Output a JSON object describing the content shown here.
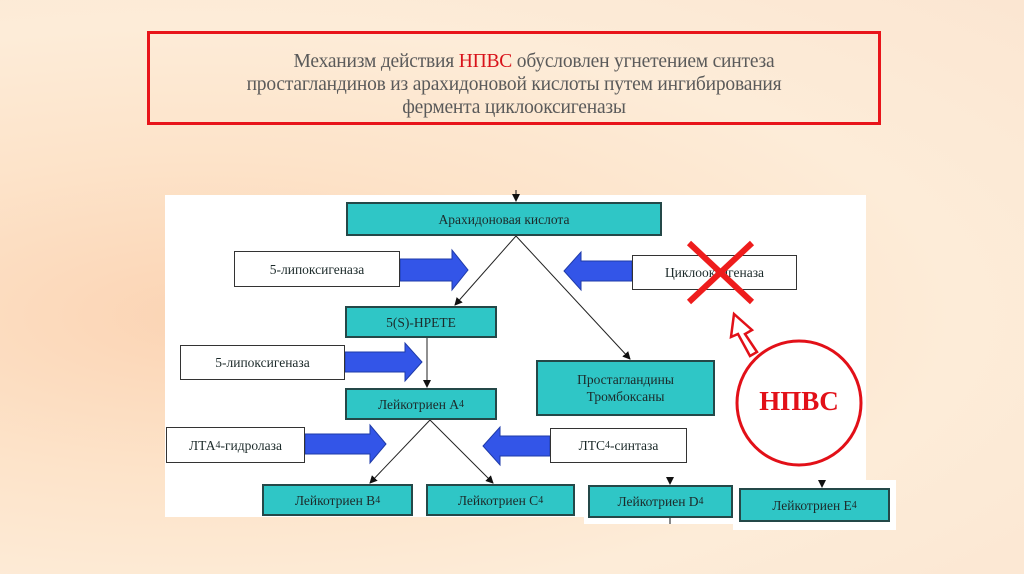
{
  "slide": {
    "title": {
      "line1_before": "Механизм действия ",
      "line1_highlight": "НПВС",
      "line1_after": " обусловлен угнетением синтеза",
      "line2": "простагландинов из арахидоновой кислоты путем ингибирования",
      "line3": "фермента циклооксигеназы"
    },
    "colors": {
      "accent_red": "#e21018",
      "box_teal": "#2fc6c6",
      "arrow_blue": "#3355e8"
    }
  },
  "diagram": {
    "nodes": {
      "arachidonic_acid": "Арахидоновая кислота",
      "hpete": "5(S)-HPETE",
      "leukotriene_a4": {
        "base": "Лейкотриен А",
        "sub": "4"
      },
      "prostaglandins": {
        "line1": "Простагландины",
        "line2": "Тромбоксаны"
      },
      "leukotriene_b4": {
        "base": "Лейкотриен В",
        "sub": "4"
      },
      "leukotriene_c4": {
        "base": "Лейкотриен С",
        "sub": "4"
      },
      "leukotriene_d4": {
        "base": "Лейкотриен D",
        "sub": "4"
      },
      "leukotriene_e4": {
        "base": "Лейкотриен Е",
        "sub": "4"
      }
    },
    "enzymes": {
      "lipoxygenase_1": "5-липоксигеназа",
      "lipoxygenase_2": "5-липоксигеназа",
      "cyclooxygenase": "Циклооксигеназа",
      "lta4_hydrolase": {
        "pre": "ЛТА",
        "sub": "4",
        "post": "-гидролаза"
      },
      "ltc4_synthase": {
        "pre": "ЛТС",
        "sub": "4",
        "post": "-синтаза"
      }
    },
    "inhibitor": {
      "label": "НПВС",
      "target": "cyclooxygenase",
      "blocked_mark": "cross-icon"
    }
  }
}
